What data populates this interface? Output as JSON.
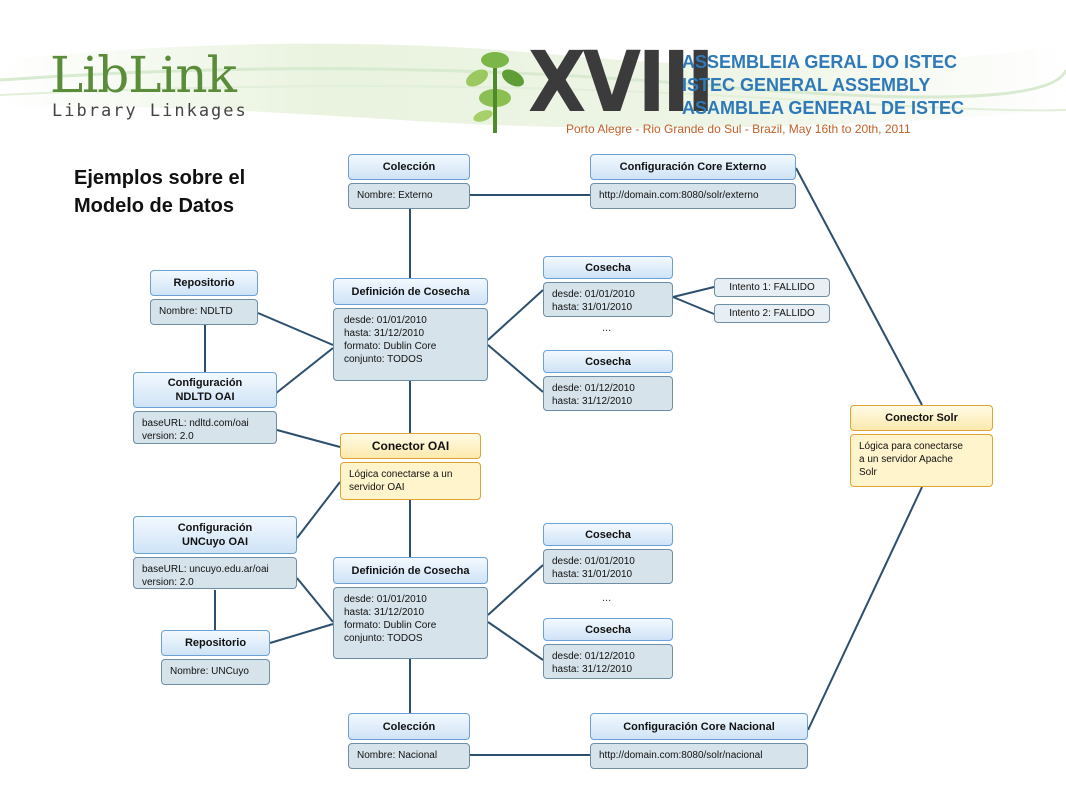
{
  "banner": {
    "logo_title": "LibLink",
    "logo_subtitle": "Library Linkages",
    "event_numeral": "XVIII",
    "assembly_pt": "ASSEMBLEIA GERAL DO ISTEC",
    "assembly_en": "ISTEC GENERAL ASSEMBLY",
    "assembly_es": "ASAMBLEA GENERAL DE ISTEC",
    "location": "Porto Alegre - Rio Grande do Sul - Brazil, May 16th to 20th, 2011"
  },
  "heading": {
    "line1": "Ejemplos sobre el",
    "line2": "Modelo de Datos"
  },
  "nodes": {
    "coleccion_top": {
      "title": "Colección",
      "body": "Nombre: Externo"
    },
    "core_externo": {
      "title": "Configuración Core Externo",
      "body": "http://domain.com:8080/solr/externo"
    },
    "repositorio_top": {
      "title": "Repositorio",
      "body": "Nombre: NDLTD"
    },
    "def_cosecha_top": {
      "title": "Definición de Cosecha",
      "body": "desde: 01/01/2010\nhasta: 31/12/2010\nformato: Dublin Core\nconjunto: TODOS"
    },
    "cosecha_1": {
      "title": "Cosecha",
      "body": "desde: 01/01/2010\nhasta: 31/01/2010"
    },
    "intento_1": {
      "title": "Intento 1: FALLIDO"
    },
    "intento_2": {
      "title": "Intento 2: FALLIDO"
    },
    "cosecha_2": {
      "title": "Cosecha",
      "body": "desde: 01/12/2010\nhasta: 31/12/2010"
    },
    "config_ndltd": {
      "title": "Configuración\nNDLTD OAI",
      "body": "baseURL: ndltd.com/oai\nversion: 2.0"
    },
    "conector_oai": {
      "title": "Conector OAI",
      "body": "Lógica conectarse a un\nservidor OAI"
    },
    "conector_solr": {
      "title": "Conector Solr",
      "body": "Lógica para conectarse\na un servidor Apache\nSolr"
    },
    "config_uncuyo": {
      "title": "Configuración\nUNCuyo OAI",
      "body": "baseURL: uncuyo.edu.ar/oai\nversion: 2.0"
    },
    "def_cosecha_bottom": {
      "title": "Definición de Cosecha",
      "body": "desde: 01/01/2010\nhasta: 31/12/2010\nformato: Dublin Core\nconjunto: TODOS"
    },
    "cosecha_3": {
      "title": "Cosecha",
      "body": "desde: 01/01/2010\nhasta: 31/01/2010"
    },
    "cosecha_4": {
      "title": "Cosecha",
      "body": "desde: 01/12/2010\nhasta: 31/12/2010"
    },
    "repositorio_bottom": {
      "title": "Repositorio",
      "body": "Nombre: UNCuyo"
    },
    "coleccion_bottom": {
      "title": "Colección",
      "body": "Nombre: Nacional"
    },
    "core_nacional": {
      "title": "Configuración Core Nacional",
      "body": "http://domain.com:8080/solr/nacional"
    }
  },
  "ellipsis_top": "...",
  "ellipsis_bottom": "...",
  "colors": {
    "node_border": "#6aa1d6",
    "node_body": "#d6e3ea",
    "connector_border": "#e0a432",
    "edge": "#2d4f6e"
  }
}
